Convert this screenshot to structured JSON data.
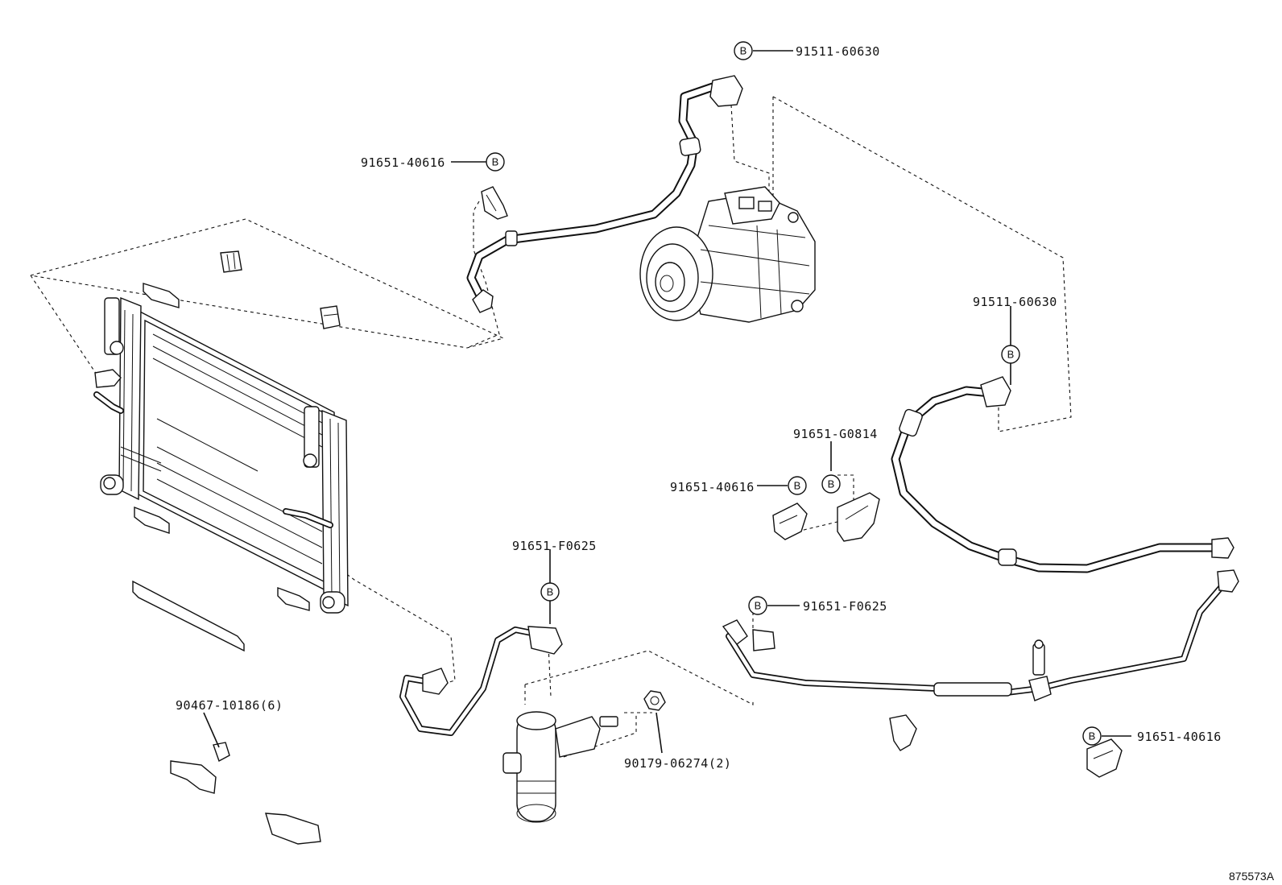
{
  "callouts": {
    "c1": {
      "part_no": "91511-60630",
      "badge": "B"
    },
    "c2": {
      "part_no": "91651-40616",
      "badge": "B"
    },
    "c3": {
      "part_no": "91511-60630",
      "badge": "B"
    },
    "c4": {
      "part_no": "91651-G0814",
      "badge": "B"
    },
    "c5": {
      "part_no": "91651-40616",
      "badge": "B"
    },
    "c6": {
      "part_no": "91651-F0625",
      "badge": "B"
    },
    "c7": {
      "part_no": "91651-F0625",
      "badge": "B"
    },
    "c8": {
      "part_no": "91651-40616",
      "badge": "B"
    },
    "c9": {
      "part_no": "90467-10186(6)"
    },
    "c10": {
      "part_no": "90179-06274(2)"
    }
  },
  "figure_id": "875573A"
}
